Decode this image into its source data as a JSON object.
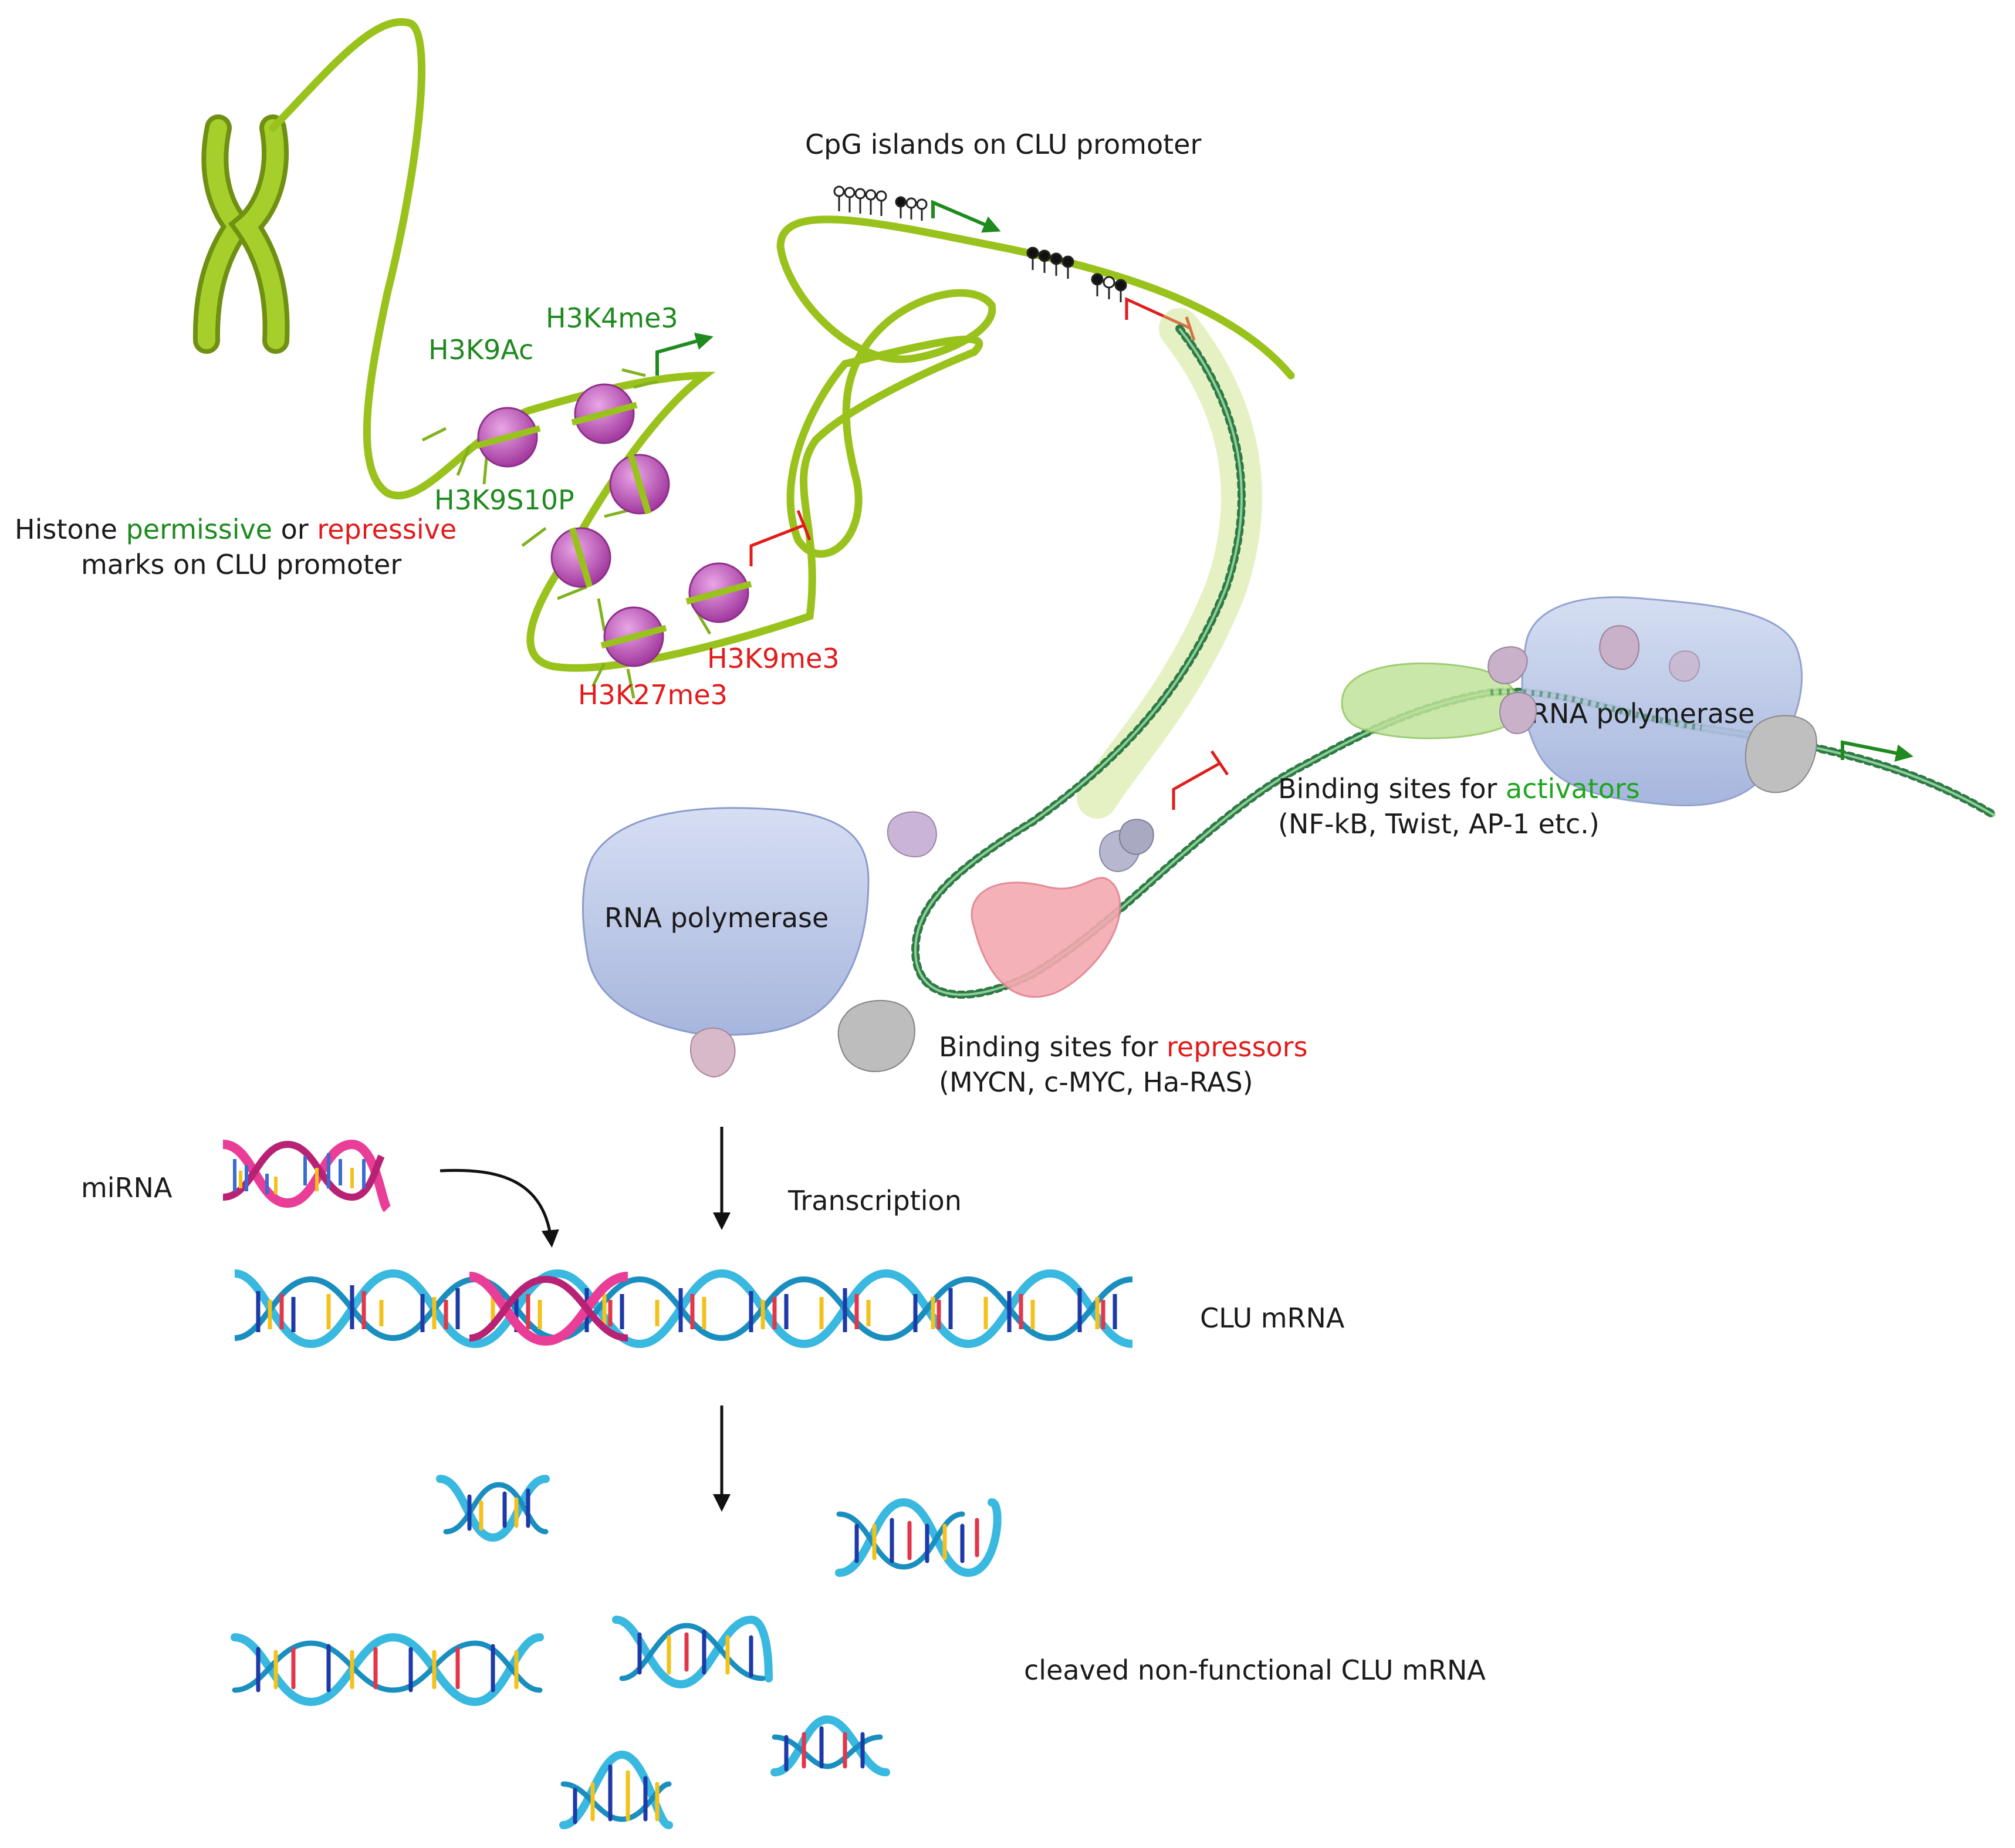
{
  "colors": {
    "chromatin": "#9ac21c",
    "chromatin_dark": "#6f9012",
    "dna_helix": "#2e7a45",
    "nucleosome": "#c25ac0",
    "permissive": "#1f8a1f",
    "repressive": "#e21b1b",
    "polymerase": "#b9c6e6",
    "repressor_blob": "#f5a9b1",
    "activator_blob": "#bfe39a",
    "mrna": "#39b8e0",
    "mirna": "#e93d97"
  },
  "icons": {
    "chromosome": "chromosome-icon",
    "nucleosome": "nucleosome-icon",
    "activation_arrow": "transcription-start-arrow-icon",
    "repression_bar": "repression-tbar-icon",
    "cpg_lollipop": "cpg-methylation-lollipop-icon"
  },
  "histone": {
    "caption_prefix": "Histone ",
    "caption_permissive": "permissive",
    "caption_or": " or ",
    "caption_repressive": "repressive",
    "caption_line2": "marks on CLU promoter",
    "marks_permissive": [
      "H3K4me3",
      "H3K9Ac",
      "H3K9S10P"
    ],
    "marks_repressive": [
      "H3K9me3",
      "H3K27me3"
    ]
  },
  "cpg": {
    "caption": "CpG islands on CLU promoter"
  },
  "polymerase": {
    "label_left": "RNA polymerase",
    "label_right": "RNA polymerase"
  },
  "activators": {
    "caption_prefix": "Binding sites for ",
    "caption_keyword": "activators",
    "examples": "(NF-kB, Twist, AP-1 etc.)"
  },
  "repressors": {
    "caption_prefix": "Binding sites for ",
    "caption_keyword": "repressors",
    "examples": "(MYCN, c-MYC, Ha-RAS)"
  },
  "mirna": {
    "label": "miRNA"
  },
  "transcription": {
    "label": "Transcription"
  },
  "mrna": {
    "label": "CLU mRNA"
  },
  "cleaved": {
    "label": "cleaved non-functional CLU mRNA"
  }
}
